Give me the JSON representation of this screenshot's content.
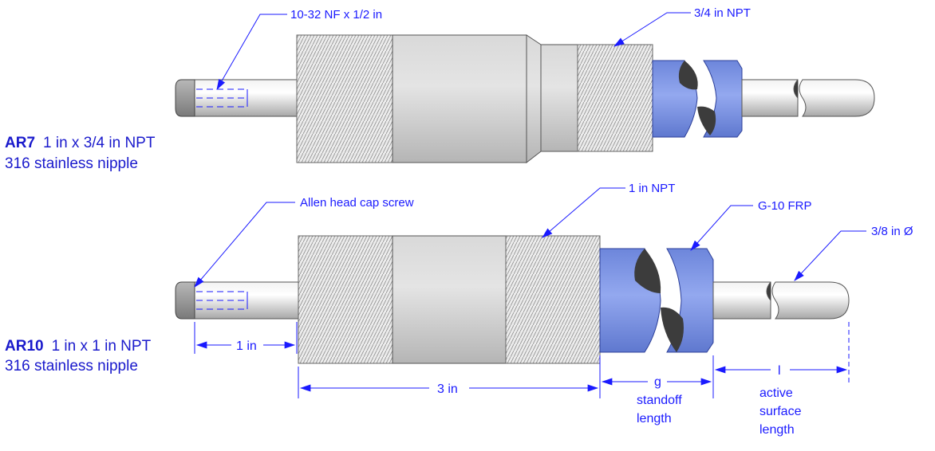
{
  "colors": {
    "leader": "#1a1aff",
    "steel_light": "#e8e8e8",
    "steel_mid": "#bdbdbd",
    "insulator": "#7f97e6",
    "dark_cut": "#3c3c3c"
  },
  "ar7": {
    "model": "AR7",
    "spec": "1 in x 3/4 in NPT",
    "material": "316 stainless nipple",
    "callouts": {
      "thread_screw": "10-32 NF x 1/2 in",
      "npt": "3/4 in NPT"
    }
  },
  "ar10": {
    "model": "AR10",
    "spec": "1 in x 1 in NPT",
    "material": "316 stainless nipple",
    "callouts": {
      "screw": "Allen head cap screw",
      "npt": "1 in NPT",
      "insulator": "G-10 FRP",
      "diameter": "3/8 in Ø"
    },
    "dimensions": {
      "tip": "1 in",
      "body": "3 in",
      "standoff_symbol": "g",
      "standoff_line1": "standoff",
      "standoff_line2": "length",
      "active_symbol": "l",
      "active_line1": "active",
      "active_line2": "surface",
      "active_line3": "length"
    }
  }
}
